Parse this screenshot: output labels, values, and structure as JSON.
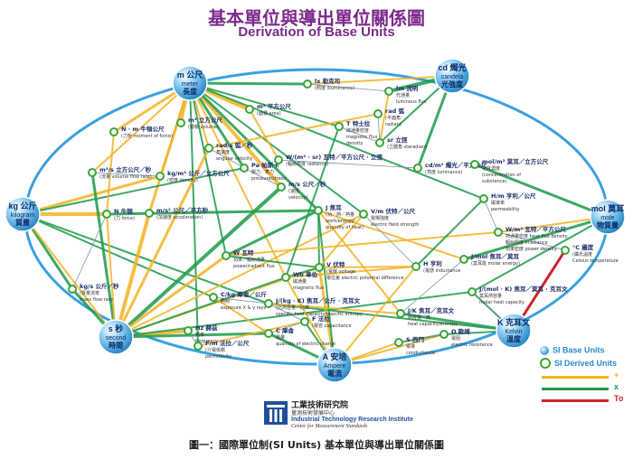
{
  "title": {
    "zh": "基本單位與導出單位關係圖",
    "en": "Derivation of Base Units"
  },
  "colors": {
    "base_node": "#4aa8e0",
    "derived_node": "#3aa537",
    "ellipse": "#3aa0e0",
    "plus_line": "#f2b322",
    "times_line": "#1c9a4a",
    "to_line": "#d0202a",
    "thin_line": "#7b8fb0"
  },
  "base_units": [
    {
      "id": "m",
      "symbol": "m",
      "zh": "公尺",
      "en": "meter",
      "zh2": "長度"
    },
    {
      "id": "cd",
      "symbol": "cd",
      "zh": "燭光",
      "en": "candela",
      "zh2": "光強度"
    },
    {
      "id": "kg",
      "symbol": "kg",
      "zh": "公斤",
      "en": "kilogram",
      "zh2": "質量"
    },
    {
      "id": "mol",
      "symbol": "mol",
      "zh": "莫耳",
      "en": "mole",
      "zh2": "物質量"
    },
    {
      "id": "s",
      "symbol": "s",
      "zh": "秒",
      "en": "second",
      "zh2": "時間"
    },
    {
      "id": "K",
      "symbol": "K",
      "zh": "克耳文",
      "en": "Kelvin",
      "zh2": "溫度"
    },
    {
      "id": "A",
      "symbol": "A",
      "zh": "安培",
      "en": "Ampere",
      "zh2": "電流"
    }
  ],
  "derived_units": [
    {
      "id": "lx",
      "l1": "lx 勒克司",
      "l2": "(照度 illuminance)"
    },
    {
      "id": "lm",
      "l1": "lm 流明",
      "l2": "光通量",
      "l3": "luminous flux"
    },
    {
      "id": "Nm",
      "l1": "N · m 牛頓公尺",
      "l2": "(力矩 moment of force)"
    },
    {
      "id": "m3",
      "l1": "m³ 立方公尺",
      "l2": "(體積 volume)"
    },
    {
      "id": "m2",
      "l1": "m² 平方公尺",
      "l2": "(面積 area)"
    },
    {
      "id": "T",
      "l1": "T 特士拉",
      "l2": "磁通量密度",
      "l3": "magnetic flux",
      "l4": "density"
    },
    {
      "id": "rad",
      "l1": "rad 弧",
      "l2": "(平面角",
      "l3": "radian)"
    },
    {
      "id": "sr",
      "l1": "sr 立弳",
      "l2": "(立體角 steradian)"
    },
    {
      "id": "m3s",
      "l1": "m³/s 立方公尺／秒",
      "l2": "(流量 volume flow rate)"
    },
    {
      "id": "kgm3",
      "l1": "kg/m³ 公斤／立方公尺",
      "l2": "(密度 density)"
    },
    {
      "id": "rads",
      "l1": "rad/s 弧／秒",
      "l2": "角速度",
      "l3": "angular velocity"
    },
    {
      "id": "Pa",
      "l1": "Pa 帕斯卡",
      "l2": "壓力／應力",
      "l3": "pressure/stress"
    },
    {
      "id": "Wm2sr",
      "l1": "W/(m² · sr) 瓦特／平方公尺 · 立弳",
      "l2": "(輻射亮度 radiance)"
    },
    {
      "id": "cdm2",
      "l1": "cd/m² 燭光／平方公尺",
      "l2": "(亮度 luminance)"
    },
    {
      "id": "molm3",
      "l1": "mol/m³ 莫耳／立方公尺",
      "l2": "物質濃度",
      "l3": "(concentration of",
      "l4": "substance)"
    },
    {
      "id": "ms",
      "l1": "m/s 公尺／秒",
      "l2": "(速度",
      "l3": "velocity)"
    },
    {
      "id": "N",
      "l1": "N 牛頓",
      "l2": "(力 force)"
    },
    {
      "id": "ms2",
      "l1": "m/s² 公尺／平方秒",
      "l2": "(加速度 acceleration)"
    },
    {
      "id": "J",
      "l1": "J 焦耳",
      "l2": "(功／熱／熱量",
      "l3": "work/energy/",
      "l4": "quantity of heat)"
    },
    {
      "id": "Vm",
      "l1": "V/m 伏特／公尺",
      "l2": "電場強度",
      "l3": "electric field strength"
    },
    {
      "id": "Hm",
      "l1": "H/m 亨利／公尺",
      "l2": "磁導率",
      "l3": "permeability"
    },
    {
      "id": "Wm2",
      "l1": "W/m² 瓦特／平方公尺",
      "l2": "熱通量密度 heat flux density",
      "l3": "輻射照度 irradiance",
      "l4": "功率密度 power density"
    },
    {
      "id": "C",
      "l1": "°C 攝度",
      "l2": "(攝氏溫度",
      "l3": "Celsius temperature"
    },
    {
      "id": "W",
      "l1": "W 瓦特",
      "l2": "功率／輻射通量",
      "l3": "power/radiant flux"
    },
    {
      "id": "Wb",
      "l1": "Wb 韋伯",
      "l2": "磁通量",
      "l3": "magnetic flux"
    },
    {
      "id": "V",
      "l1": "V 伏特",
      "l2": "(電壓 voltage",
      "l3": "電位差 electric potential difference"
    },
    {
      "id": "H",
      "l1": "H 亨利",
      "l2": "(電感 inductance"
    },
    {
      "id": "Jmol",
      "l1": "J/mol 焦耳／莫耳",
      "l2": "(莫耳能 molar energy)"
    },
    {
      "id": "kgs",
      "l1": "kg/s 公斤／秒",
      "l2": "(質量流率",
      "l3": "mass flow rate"
    },
    {
      "id": "Ckg",
      "l1": "C/kg 庫侖／公斤",
      "l2": "照射",
      "l3": "exposure X & γ rays"
    },
    {
      "id": "JkgK",
      "l1": "J/(kg · K) 焦耳／公斤 · 克耳文",
      "l2": "(比熱容量／比熵",
      "l3": "specific heat capacity/specific entropy"
    },
    {
      "id": "JmolK",
      "l1": "J/(mol · K) 焦耳／莫耳 · 克耳文",
      "l2": "莫耳熱容量",
      "l3": "molar heat capacity"
    },
    {
      "id": "F",
      "l1": "F 法拉",
      "l2": "(電容 capacitance"
    },
    {
      "id": "JK",
      "l1": "J/K 焦耳／克耳文",
      "l2": "熱容量／熵",
      "l3": "heat capacity/entropy"
    },
    {
      "id": "Hz",
      "l1": "Hz 赫茲",
      "l2": "頻率",
      "l3": "frequency"
    },
    {
      "id": "Fm",
      "l1": "F/m 法拉／公尺",
      "l2": "(介電係數",
      "l3": "permittivity"
    },
    {
      "id": "Cq",
      "l1": "C 庫侖",
      "l2": "電量",
      "l3": "quantity of electric charge"
    },
    {
      "id": "S",
      "l1": "S 西門",
      "l2": "電導",
      "l3": "conductance"
    },
    {
      "id": "Ohm",
      "l1": "Ω 歐姆",
      "l2": "電阻",
      "l3": "electric resistance"
    }
  ],
  "legend": {
    "base": "SI Base Units",
    "derived": "SI Derived Units",
    "plus": "+",
    "times": "x",
    "to": "To"
  },
  "org": {
    "zh": "工業技術研究院",
    "zh_sub": "量測技術發展中心",
    "en": "Industrial Technology Research Institute",
    "en_sub": "Center for Measurement Standards"
  },
  "caption": "圖一：國際單位制(SI Units) 基本單位與導出單位關係圖"
}
